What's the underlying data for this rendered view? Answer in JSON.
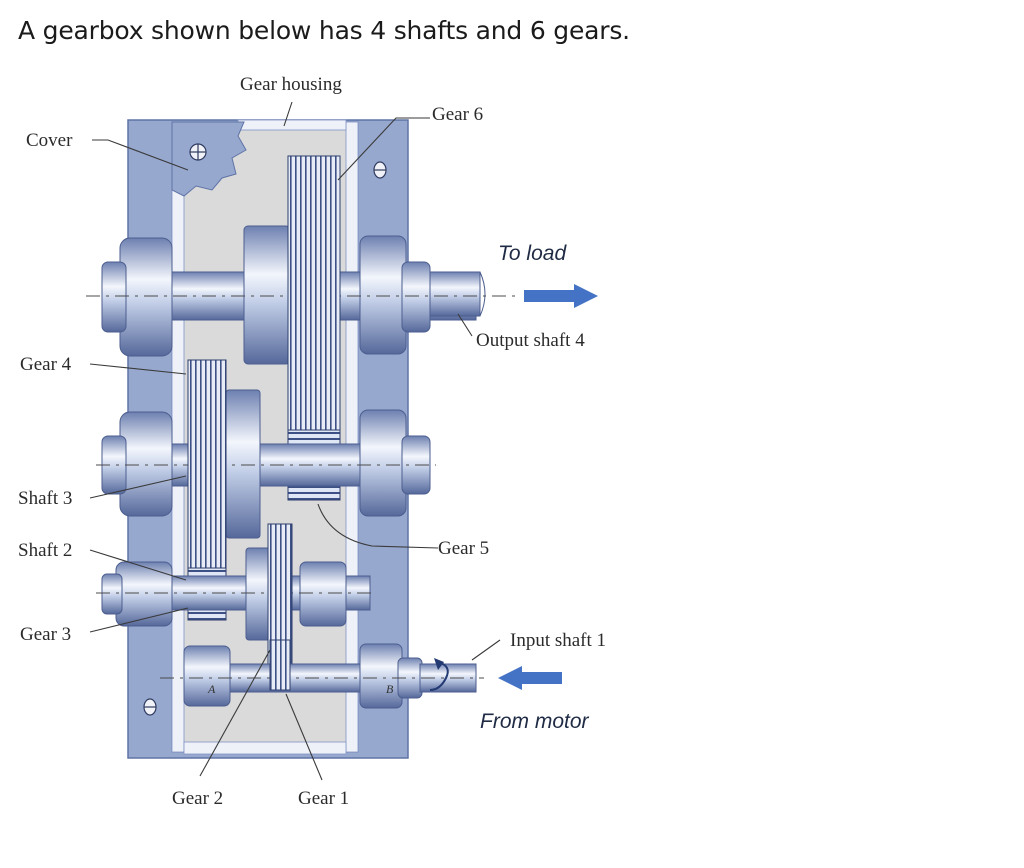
{
  "question": {
    "text": "A gearbox shown below has 4 shafts and 6 gears."
  },
  "labels": {
    "gear_housing": "Gear housing",
    "cover": "Cover",
    "gear6": "Gear 6",
    "to_load": "To load",
    "output_shaft": "Output shaft 4",
    "gear4": "Gear 4",
    "shaft3": "Shaft 3",
    "shaft2": "Shaft 2",
    "gear5": "Gear 5",
    "gear3": "Gear 3",
    "input_shaft": "Input shaft 1",
    "from_motor": "From motor",
    "gear2": "Gear 2",
    "gear1": "Gear 1",
    "bearing_a": "A",
    "bearing_b": "B"
  },
  "colors": {
    "housing": "#97a8cf",
    "housing_dark": "#6f83b4",
    "interior": "#d9d9d9",
    "metal_light": "#eef2fa",
    "metal_mid": "#b7c4e0",
    "metal_dark": "#5d6f9e",
    "arrow": "#4472c4"
  }
}
